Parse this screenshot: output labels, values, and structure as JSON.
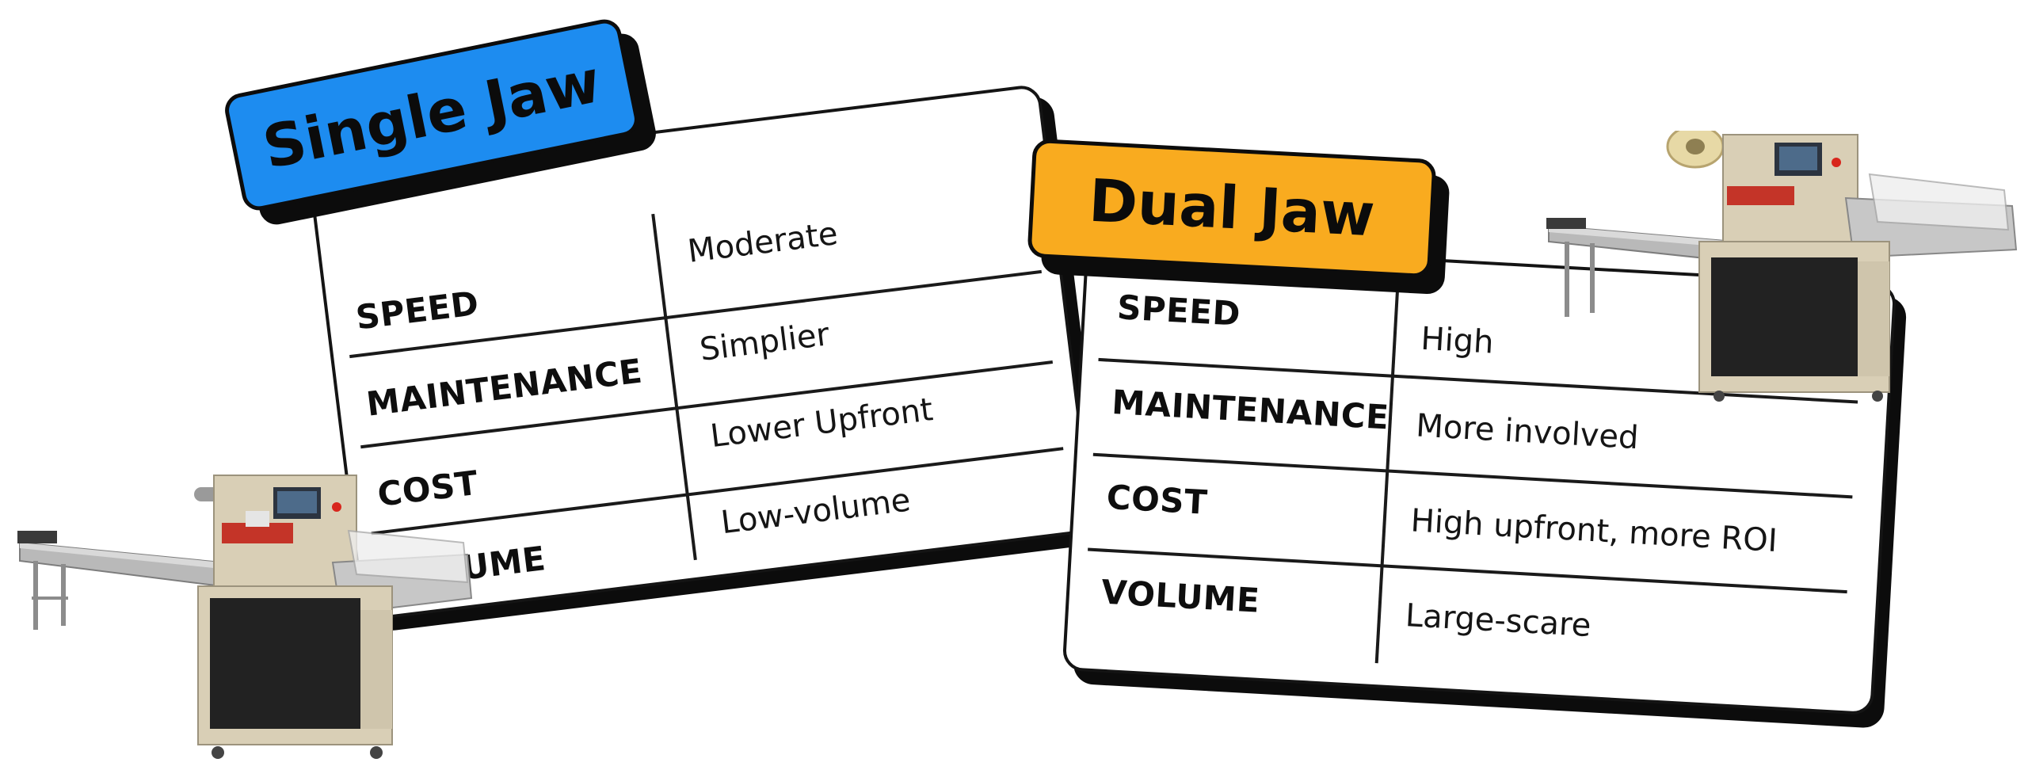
{
  "single_jaw": {
    "title": "Single Jaw",
    "color": "#1d8cf0",
    "rows": [
      {
        "label": "SPEED",
        "value": "Moderate"
      },
      {
        "label": "MAINTENANCE",
        "value": "Simplier"
      },
      {
        "label": "COST",
        "value": "Lower Upfront"
      },
      {
        "label": "VOLUME",
        "value": "Low-volume"
      }
    ]
  },
  "dual_jaw": {
    "title": "Dual Jaw",
    "color": "#f9ab1f",
    "rows": [
      {
        "label": "SPEED",
        "value": "High"
      },
      {
        "label": "MAINTENANCE",
        "value": "More involved"
      },
      {
        "label": "COST",
        "value": "High upfront, more ROI"
      },
      {
        "label": "VOLUME",
        "value": "Large-scare"
      }
    ]
  },
  "images": {
    "left": "flow-wrap-packaging-machine",
    "right": "flow-wrap-packaging-machine"
  }
}
